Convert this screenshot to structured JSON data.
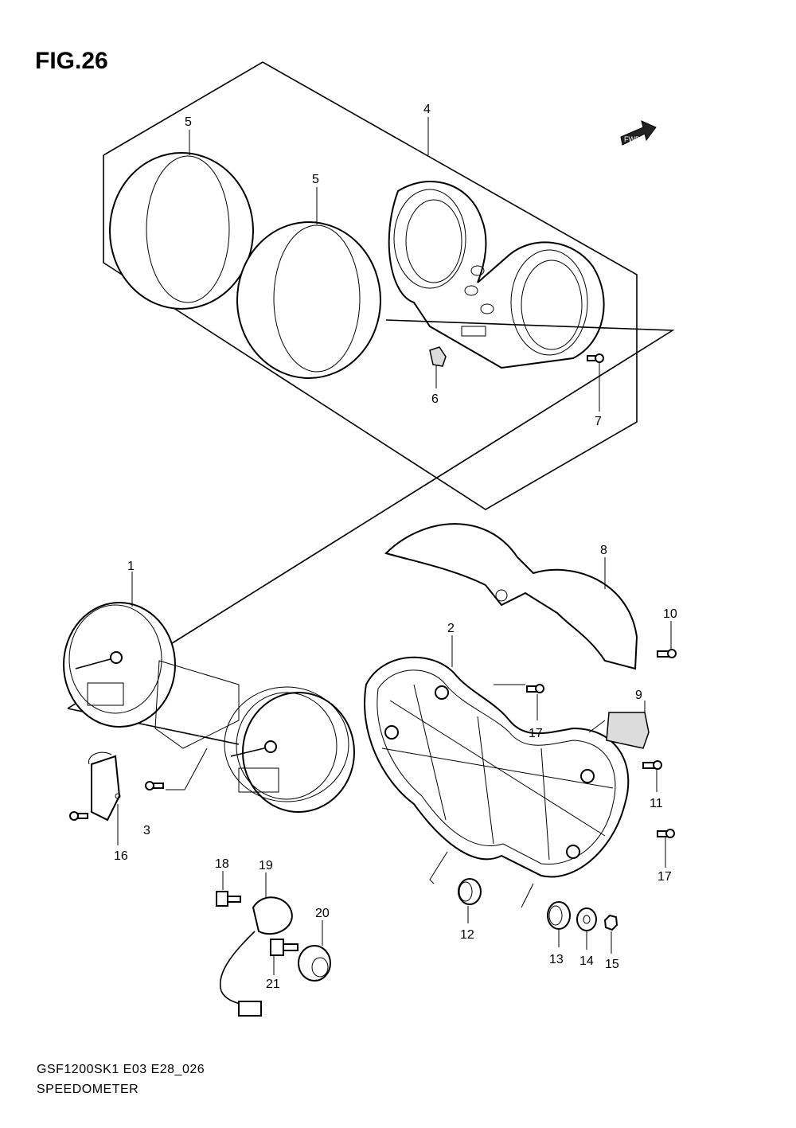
{
  "figure": {
    "title": "FIG.26",
    "model_code": "GSF1200SK1 E03 E28_026",
    "section_name": "SPEEDOMETER"
  },
  "direction_marker": {
    "label": "FWD"
  },
  "callouts": [
    "1",
    "2",
    "3",
    "4",
    "5",
    "5",
    "6",
    "7",
    "8",
    "9",
    "10",
    "11",
    "12",
    "13",
    "14",
    "15",
    "16",
    "17",
    "17",
    "18",
    "19",
    "20",
    "21"
  ]
}
